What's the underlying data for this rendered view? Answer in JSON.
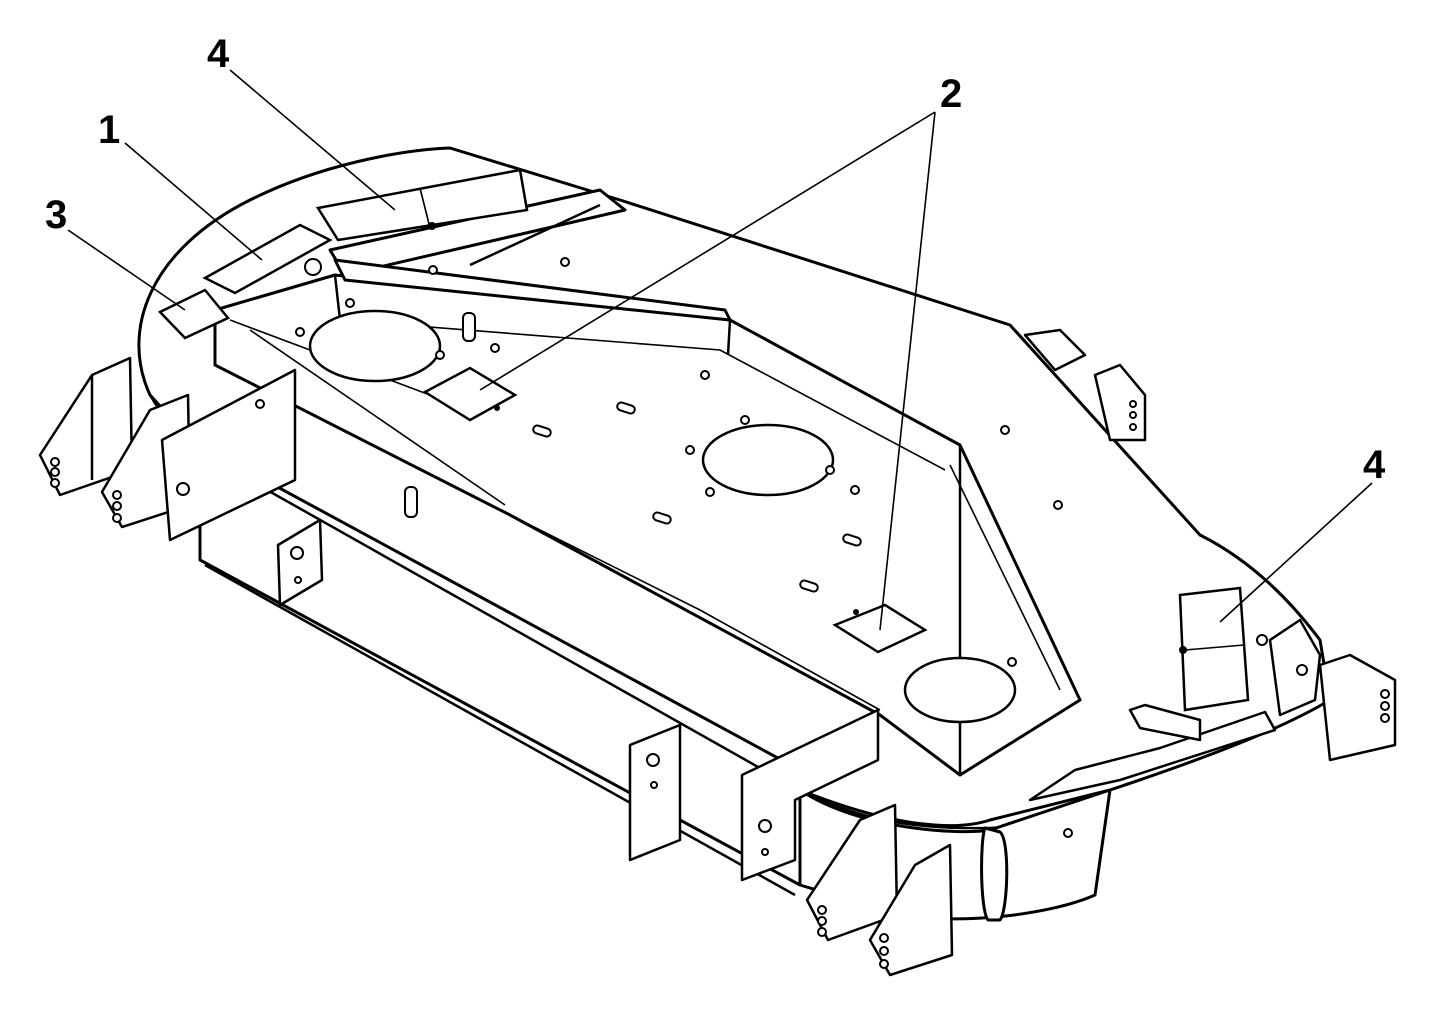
{
  "callouts": [
    {
      "id": "c1",
      "label": "1"
    },
    {
      "id": "c2",
      "label": "2"
    },
    {
      "id": "c3",
      "label": "3"
    },
    {
      "id": "c4a",
      "label": "4"
    },
    {
      "id": "c4b",
      "label": "4"
    }
  ]
}
